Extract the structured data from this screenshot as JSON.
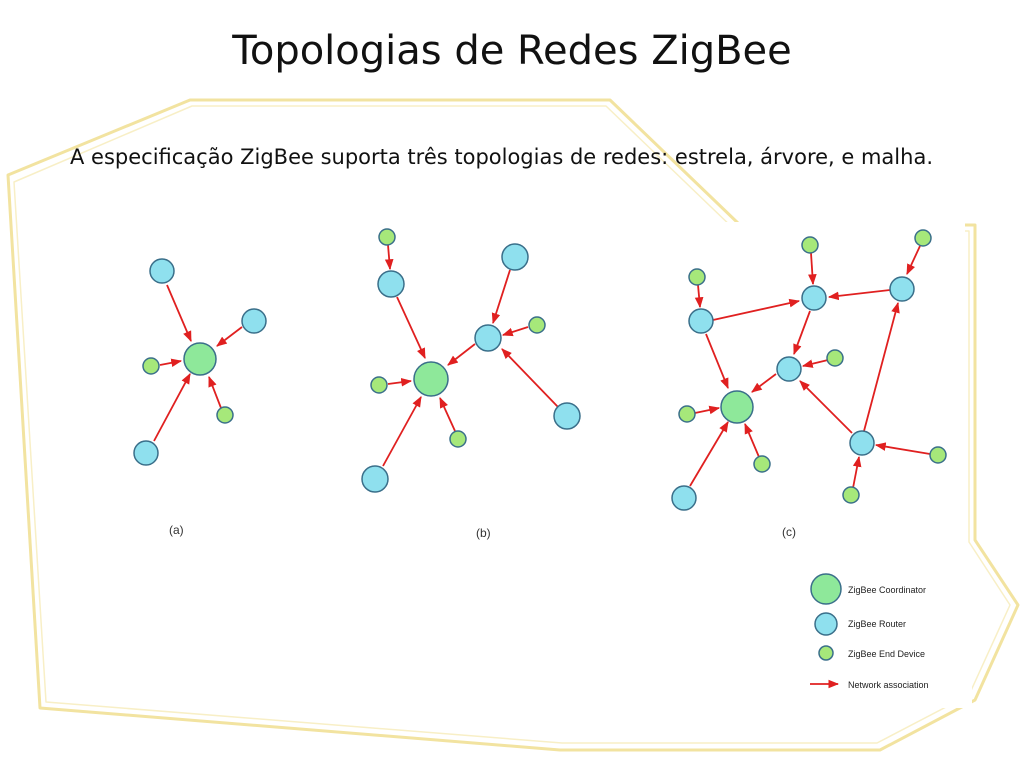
{
  "slide": {
    "title": "Topologias de Redes ZigBee",
    "body": "A especificação ZigBee suporta três topologias de redes: estrela, árvore, e malha."
  },
  "panels": [
    {
      "label": "(a)"
    },
    {
      "label": "(b)"
    },
    {
      "label": "(c)"
    }
  ],
  "legend": {
    "coordinator": "ZigBee Coordinator",
    "router": "ZigBee Router",
    "end_device": "ZigBee End Device",
    "association": "Network association"
  },
  "colors": {
    "coordinator_fill": "#8ee89a",
    "router_fill": "#8fe0ee",
    "end_device_fill": "#a6e87a",
    "node_stroke": "#3a6f8a",
    "arrow": "#e02020",
    "frame_accent": "#f2e3a0"
  }
}
